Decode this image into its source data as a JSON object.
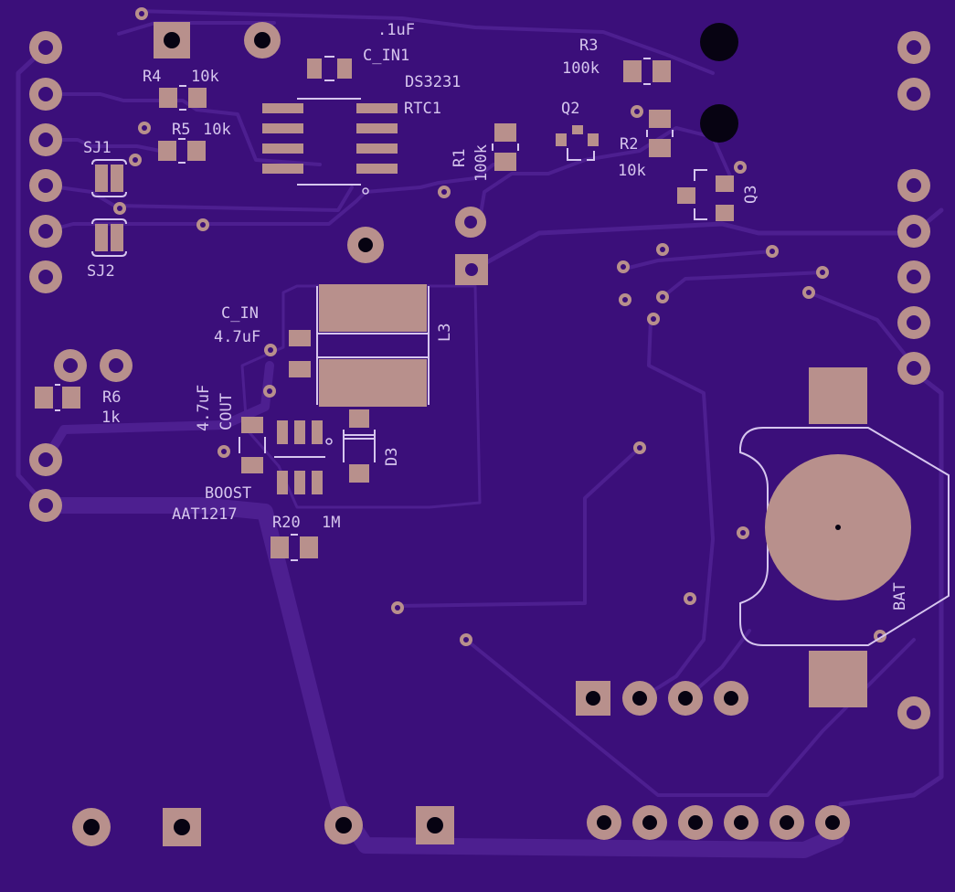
{
  "board": {
    "colors": {
      "substrate": "#3b0f7a",
      "trace": "#4d1f90",
      "copper": "#b8908c",
      "silkscreen": "#d6c6ee",
      "drill": "#070312"
    }
  },
  "labels": {
    "c_in1_value": ".1uF",
    "c_in1_name": "C_IN1",
    "r3_name": "R3",
    "r3_value": "100k",
    "rtc_part": "DS3231",
    "rtc_name": "RTC1",
    "r4_name": "R4",
    "r4_value": "10k",
    "r5_name": "R5",
    "r5_value": "10k",
    "q2_name": "Q2",
    "r2_name": "R2",
    "r2_value": "10k",
    "r1_name": "R1",
    "r1_value": "100k",
    "q3_name": "Q3",
    "sj1_name": "SJ1",
    "sj2_name": "SJ2",
    "c_in_name": "C_IN",
    "c_in_value": "4.7uF",
    "l3_name": "L3",
    "r6_name": "R6",
    "r6_value": "1k",
    "cout_value": "4.7uF",
    "cout_name": "COUT",
    "d3_name": "D3",
    "boost_name": "BOOST",
    "boost_part": "AAT1217",
    "r20_name": "R20",
    "r20_value": "1M",
    "battery_name": "BAT"
  }
}
